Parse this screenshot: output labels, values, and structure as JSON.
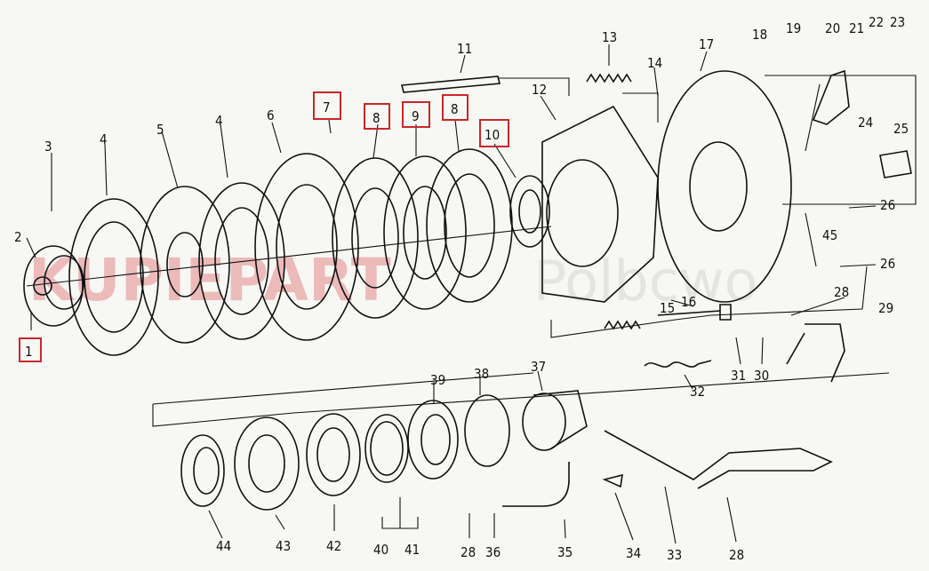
{
  "watermark": {
    "brand": "KUPIEPART",
    "suffix": "Polbcwo"
  },
  "labels": {
    "1": "1",
    "2": "2",
    "3": "3",
    "4a": "4",
    "5": "5",
    "4b": "4",
    "6": "6",
    "7": "7",
    "8a": "8",
    "9": "9",
    "8b": "8",
    "10": "10",
    "11": "11",
    "12": "12",
    "13": "13",
    "14": "14",
    "15": "15",
    "16": "16",
    "17": "17",
    "18": "18",
    "19": "19",
    "20": "20",
    "21": "21",
    "22": "22",
    "23": "23",
    "24": "24",
    "25": "25",
    "26a": "26",
    "26b": "26",
    "28a": "28",
    "29": "29",
    "45": "45",
    "30": "30",
    "31": "31",
    "32": "32",
    "33": "33",
    "34": "34",
    "35": "35",
    "36": "36",
    "28b": "28",
    "28c": "28",
    "37": "37",
    "38": "38",
    "39": "39",
    "40": "40",
    "41": "41",
    "42": "42",
    "43": "43",
    "44": "44"
  },
  "highlighted": [
    "1",
    "7",
    "8",
    "9",
    "8",
    "10"
  ],
  "colors": {
    "line": "#111111",
    "highlight": "#c8282a",
    "background": "#f7f7f3",
    "watermark": "#e7a6a6"
  }
}
